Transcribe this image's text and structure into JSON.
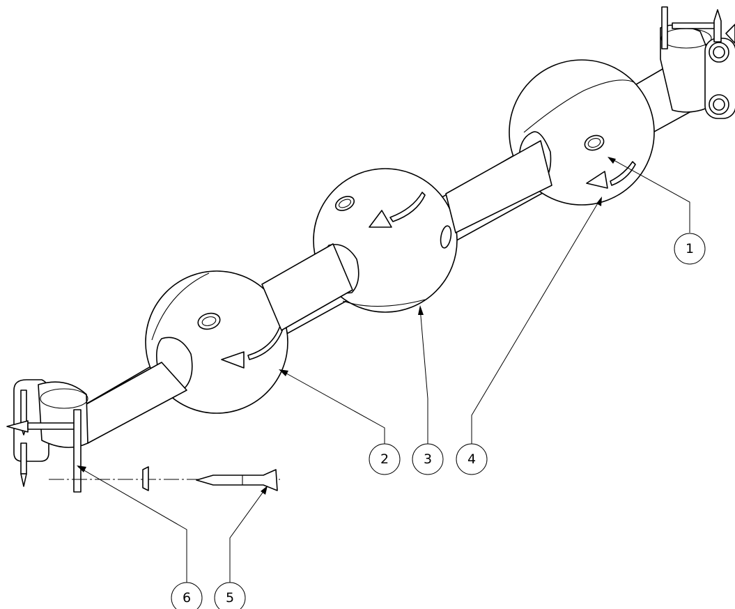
{
  "balloons": [
    {
      "id": "callout-1",
      "label": "1"
    },
    {
      "id": "callout-2",
      "label": "2"
    },
    {
      "id": "callout-3",
      "label": "3"
    },
    {
      "id": "callout-4",
      "label": "4"
    },
    {
      "id": "callout-5",
      "label": "5"
    },
    {
      "id": "callout-6",
      "label": "6"
    }
  ],
  "colors": {
    "line": "#000000",
    "background": "#ffffff"
  }
}
